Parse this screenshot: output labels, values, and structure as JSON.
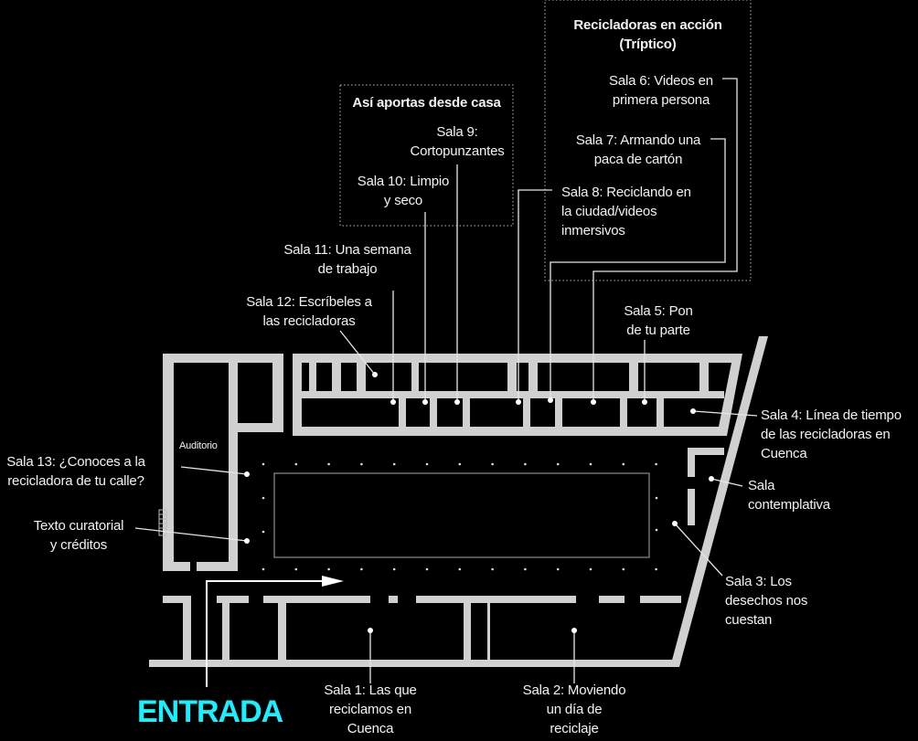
{
  "colors": {
    "background": "#000000",
    "walls": "#d0d0d0",
    "text": "#f2f2f2",
    "entrance": "#19f0ff"
  },
  "groups": {
    "home": {
      "title": "Así aportas desde casa"
    },
    "action": {
      "title": "Recicladoras en acción\n(Tríptico)"
    }
  },
  "rooms": {
    "auditorio": "Auditorio",
    "sala1": "Sala 1: Las que\nreciclamos en\nCuenca",
    "sala2": "Sala 2: Moviendo\nun día de\nreciclaje",
    "sala3": "Sala 3: Los\ndesechos nos\ncuestan",
    "sala4": "Sala 4: Línea de tiempo\nde las recicladoras en\nCuenca",
    "contemplativa": "Sala\ncontemplativa",
    "sala5": "Sala 5: Pon\nde tu parte",
    "sala6": "Sala 6: Videos en\nprimera persona",
    "sala7": "Sala 7: Armando una\npaca de cartón",
    "sala8": "Sala 8: Reciclando en\nla ciudad/videos\ninmersivos",
    "sala9": "Sala 9:\nCortopunzantes",
    "sala10": "Sala 10: Limpio\ny seco",
    "sala11": "Sala 11: Una semana\nde trabajo",
    "sala12": "Sala 12: Escríbeles a\nlas recicladoras",
    "sala13": "Sala 13: ¿Conoces a la\nrecicladora de tu calle?",
    "curatorial": "Texto curatorial\ny créditos"
  },
  "entrance": {
    "label": "ENTRADA"
  }
}
